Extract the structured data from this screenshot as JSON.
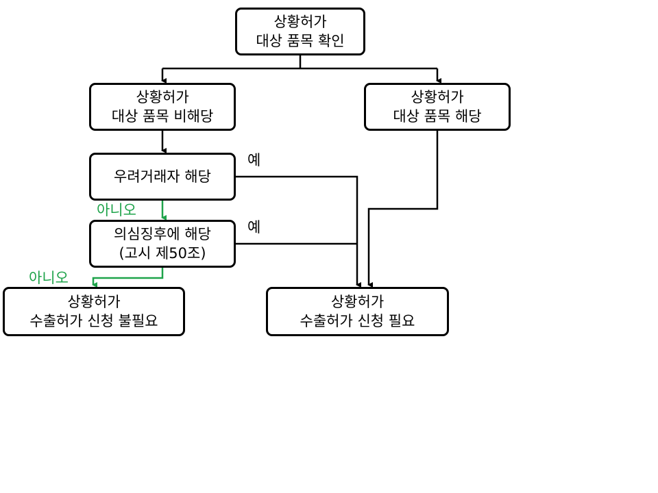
{
  "nodes": {
    "check": {
      "line1": "상황허가",
      "line2": "대상 품목 확인"
    },
    "not_applicable": {
      "line1": "상황허가",
      "line2": "대상 품목 비해당"
    },
    "applicable": {
      "line1": "상황허가",
      "line2": "대상 품목 해당"
    },
    "concern_party": {
      "line1": "우려거래자 해당"
    },
    "suspicion": {
      "line1": "의심징후에 해당",
      "line2": "(고시 제50조)"
    },
    "not_required": {
      "line1": "상황허가",
      "line2": "수출허가 신청 불필요"
    },
    "required": {
      "line1": "상황허가",
      "line2": "수출허가 신청 필요"
    }
  },
  "labels": {
    "yes_1": "예",
    "yes_2": "예",
    "no_1": "아니오",
    "no_2": "아니오"
  },
  "colors": {
    "line": "#000000",
    "no_branch": "#1ea34a"
  }
}
